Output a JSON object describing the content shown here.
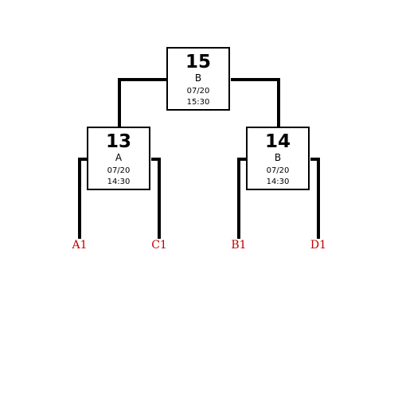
{
  "colors": {
    "line": "#000000",
    "seed_text": "#c00000"
  },
  "bracket": {
    "final": {
      "number": "15",
      "court": "B",
      "date": "07/20",
      "time": "15:30"
    },
    "semi_left": {
      "number": "13",
      "court": "A",
      "date": "07/20",
      "time": "14:30"
    },
    "semi_right": {
      "number": "14",
      "court": "B",
      "date": "07/20",
      "time": "14:30"
    },
    "seeds": [
      "A1",
      "C1",
      "B1",
      "D1"
    ]
  }
}
